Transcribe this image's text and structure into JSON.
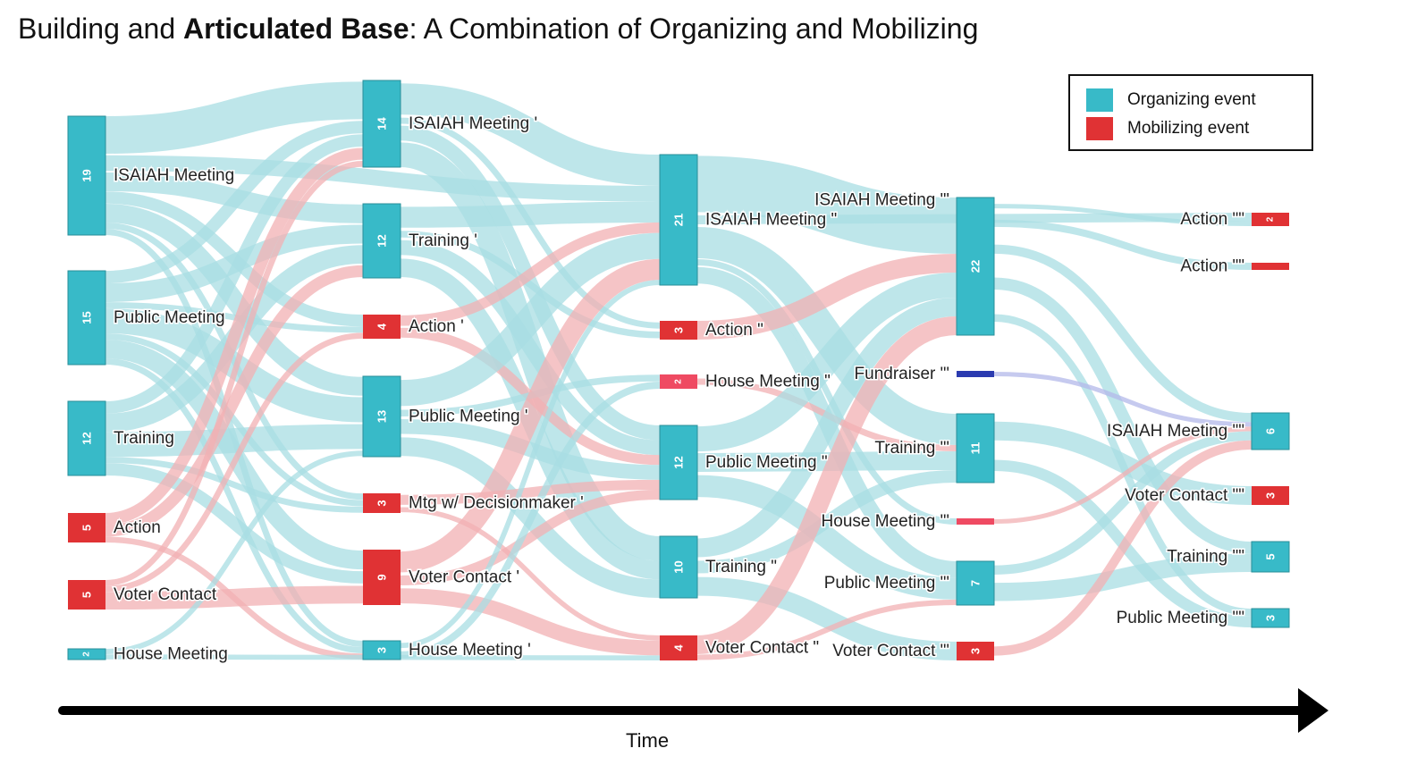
{
  "title": {
    "prefix": "Building and ",
    "bold": "Articulated Base",
    "suffix": ": A Combination of Organizing and Mobilizing"
  },
  "legend": {
    "organizing_label": "Organizing event",
    "mobilizing_label": "Mobilizing event"
  },
  "colors": {
    "organizing": "#38bac8",
    "mobilizing": "#e03234",
    "fundraiser": "#2b3bb0",
    "mobilizing_light": "#ef4a62",
    "organizing_link": "#a8dde3",
    "mobilizing_link": "#f2b0b3",
    "fundraiser_link": "#b3b8ea"
  },
  "axis": {
    "label": "Time"
  },
  "nodes": [
    {
      "id": "a_isaiah",
      "label": "ISAIAH Meeting",
      "value": "19",
      "kind": "organizing",
      "stage": 0
    },
    {
      "id": "a_public",
      "label": "Public Meeting",
      "value": "15",
      "kind": "organizing",
      "stage": 0
    },
    {
      "id": "a_training",
      "label": "Training",
      "value": "12",
      "kind": "organizing",
      "stage": 0
    },
    {
      "id": "a_action",
      "label": "Action",
      "value": "5",
      "kind": "mobilizing",
      "stage": 0
    },
    {
      "id": "a_voter",
      "label": "Voter Contact",
      "value": "5",
      "kind": "mobilizing",
      "stage": 0
    },
    {
      "id": "a_house",
      "label": "House Meeting",
      "value": "2",
      "kind": "organizing",
      "stage": 0
    },
    {
      "id": "b_isaiah",
      "label": "ISAIAH Meeting '",
      "value": "14",
      "kind": "organizing",
      "stage": 1
    },
    {
      "id": "b_training",
      "label": "Training '",
      "value": "12",
      "kind": "organizing",
      "stage": 1
    },
    {
      "id": "b_action",
      "label": "Action '",
      "value": "4",
      "kind": "mobilizing",
      "stage": 1
    },
    {
      "id": "b_public",
      "label": "Public Meeting '",
      "value": "13",
      "kind": "organizing",
      "stage": 1
    },
    {
      "id": "b_mtg",
      "label": "Mtg w/ Decisionmaker '",
      "value": "3",
      "kind": "mobilizing",
      "stage": 1
    },
    {
      "id": "b_voter",
      "label": "Voter Contact '",
      "value": "9",
      "kind": "mobilizing",
      "stage": 1
    },
    {
      "id": "b_house",
      "label": "House Meeting '",
      "value": "3",
      "kind": "organizing",
      "stage": 1
    },
    {
      "id": "c_isaiah",
      "label": "ISAIAH Meeting \"",
      "value": "21",
      "kind": "organizing",
      "stage": 2
    },
    {
      "id": "c_action",
      "label": "Action \"",
      "value": "3",
      "kind": "mobilizing",
      "stage": 2
    },
    {
      "id": "c_house",
      "label": "House Meeting \"",
      "value": "2",
      "kind": "mobilizing_light",
      "stage": 2
    },
    {
      "id": "c_public",
      "label": "Public Meeting \"",
      "value": "12",
      "kind": "organizing",
      "stage": 2
    },
    {
      "id": "c_training",
      "label": "Training \"",
      "value": "10",
      "kind": "organizing",
      "stage": 2
    },
    {
      "id": "c_voter",
      "label": "Voter Contact \"",
      "value": "4",
      "kind": "mobilizing",
      "stage": 2
    },
    {
      "id": "d_isaiah",
      "label": "ISAIAH Meeting \"'",
      "value": "22",
      "kind": "organizing",
      "stage": 3
    },
    {
      "id": "d_fund",
      "label": "Fundraiser \"'",
      "value": "",
      "kind": "fundraiser",
      "stage": 3
    },
    {
      "id": "d_training",
      "label": "Training \"'",
      "value": "11",
      "kind": "organizing",
      "stage": 3
    },
    {
      "id": "d_house",
      "label": "House Meeting \"'",
      "value": "",
      "kind": "mobilizing_light",
      "stage": 3
    },
    {
      "id": "d_public",
      "label": "Public Meeting \"'",
      "value": "7",
      "kind": "organizing",
      "stage": 3
    },
    {
      "id": "d_voter",
      "label": "Voter Contact \"'",
      "value": "3",
      "kind": "mobilizing",
      "stage": 3
    },
    {
      "id": "e_action1",
      "label": "Action \"\"",
      "value": "2",
      "kind": "mobilizing",
      "stage": 4
    },
    {
      "id": "e_action2",
      "label": "Action \"\"",
      "value": "",
      "kind": "mobilizing",
      "stage": 4
    },
    {
      "id": "e_isaiah",
      "label": "ISAIAH Meeting \"\"",
      "value": "6",
      "kind": "organizing",
      "stage": 4
    },
    {
      "id": "e_voter",
      "label": "Voter Contact \"\"",
      "value": "3",
      "kind": "mobilizing",
      "stage": 4
    },
    {
      "id": "e_training",
      "label": "Training \"\"",
      "value": "5",
      "kind": "organizing",
      "stage": 4
    },
    {
      "id": "e_public",
      "label": "Public Meeting \"\"",
      "value": "3",
      "kind": "organizing",
      "stage": 4
    }
  ],
  "links": [
    {
      "source": "a_isaiah",
      "target": "b_isaiah",
      "value": 6
    },
    {
      "source": "a_isaiah",
      "target": "c_isaiah",
      "value": 3
    },
    {
      "source": "a_isaiah",
      "target": "b_training",
      "value": 3
    },
    {
      "source": "a_isaiah",
      "target": "b_action",
      "value": 2
    },
    {
      "source": "a_isaiah",
      "target": "b_public",
      "value": 3
    },
    {
      "source": "a_isaiah",
      "target": "b_mtg",
      "value": 1
    },
    {
      "source": "a_isaiah",
      "target": "b_house",
      "value": 1
    },
    {
      "source": "a_public",
      "target": "b_isaiah",
      "value": 2
    },
    {
      "source": "a_public",
      "target": "b_training",
      "value": 3
    },
    {
      "source": "a_public",
      "target": "b_action",
      "value": 1
    },
    {
      "source": "a_public",
      "target": "b_public",
      "value": 4
    },
    {
      "source": "a_public",
      "target": "b_mtg",
      "value": 1
    },
    {
      "source": "a_public",
      "target": "b_voter",
      "value": 3
    },
    {
      "source": "a_public",
      "target": "b_house",
      "value": 1
    },
    {
      "source": "a_training",
      "target": "b_isaiah",
      "value": 2
    },
    {
      "source": "a_training",
      "target": "b_training",
      "value": 3
    },
    {
      "source": "a_training",
      "target": "b_public",
      "value": 4
    },
    {
      "source": "a_training",
      "target": "b_mtg",
      "value": 1
    },
    {
      "source": "a_training",
      "target": "b_voter",
      "value": 2
    },
    {
      "source": "a_action",
      "target": "b_isaiah",
      "value": 2
    },
    {
      "source": "a_action",
      "target": "b_training",
      "value": 2
    },
    {
      "source": "a_action",
      "target": "b_house",
      "value": 1
    },
    {
      "source": "a_voter",
      "target": "b_isaiah",
      "value": 1
    },
    {
      "source": "a_voter",
      "target": "b_action",
      "value": 1
    },
    {
      "source": "a_voter",
      "target": "b_voter",
      "value": 3
    },
    {
      "source": "a_house",
      "target": "c_voter",
      "value": 1
    },
    {
      "source": "a_house",
      "target": "b_public",
      "value": 1
    },
    {
      "source": "b_isaiah",
      "target": "c_isaiah",
      "value": 6
    },
    {
      "source": "b_isaiah",
      "target": "c_action",
      "value": 1
    },
    {
      "source": "b_isaiah",
      "target": "c_public",
      "value": 3
    },
    {
      "source": "b_isaiah",
      "target": "c_training",
      "value": 4
    },
    {
      "source": "b_training",
      "target": "c_isaiah",
      "value": 4
    },
    {
      "source": "b_training",
      "target": "c_action",
      "value": 1
    },
    {
      "source": "b_training",
      "target": "c_public",
      "value": 3
    },
    {
      "source": "b_training",
      "target": "c_training",
      "value": 3
    },
    {
      "source": "b_action",
      "target": "c_public",
      "value": 2
    },
    {
      "source": "b_action",
      "target": "c_isaiah",
      "value": 2
    },
    {
      "source": "b_public",
      "target": "c_isaiah",
      "value": 5
    },
    {
      "source": "b_public",
      "target": "c_house",
      "value": 1
    },
    {
      "source": "b_public",
      "target": "c_public",
      "value": 3
    },
    {
      "source": "b_public",
      "target": "c_training",
      "value": 3
    },
    {
      "source": "b_mtg",
      "target": "c_public",
      "value": 2
    },
    {
      "source": "b_mtg",
      "target": "c_voter",
      "value": 1
    },
    {
      "source": "b_voter",
      "target": "c_isaiah",
      "value": 4
    },
    {
      "source": "b_voter",
      "target": "c_public",
      "value": 2
    },
    {
      "source": "b_voter",
      "target": "c_voter",
      "value": 3
    },
    {
      "source": "b_house",
      "target": "c_house",
      "value": 1
    },
    {
      "source": "b_house",
      "target": "c_isaiah",
      "value": 1
    },
    {
      "source": "c_isaiah",
      "target": "d_isaiah",
      "value": 9
    },
    {
      "source": "c_isaiah",
      "target": "e_action1",
      "value": 2
    },
    {
      "source": "c_isaiah",
      "target": "d_training",
      "value": 5
    },
    {
      "source": "c_isaiah",
      "target": "d_public",
      "value": 3
    },
    {
      "source": "c_isaiah",
      "target": "d_house",
      "value": 1
    },
    {
      "source": "c_action",
      "target": "d_isaiah",
      "value": 3
    },
    {
      "source": "c_house",
      "target": "d_training",
      "value": 1
    },
    {
      "source": "c_public",
      "target": "d_isaiah",
      "value": 4
    },
    {
      "source": "c_public",
      "target": "d_training",
      "value": 3
    },
    {
      "source": "c_public",
      "target": "d_public",
      "value": 4
    },
    {
      "source": "c_training",
      "target": "d_isaiah",
      "value": 3
    },
    {
      "source": "c_training",
      "target": "d_training",
      "value": 2
    },
    {
      "source": "c_training",
      "target": "d_voter",
      "value": 3
    },
    {
      "source": "c_voter",
      "target": "d_isaiah",
      "value": 3
    },
    {
      "source": "c_voter",
      "target": "d_public",
      "value": 1
    },
    {
      "source": "d_isaiah",
      "target": "e_action1",
      "value": 1
    },
    {
      "source": "d_isaiah",
      "target": "e_action2",
      "value": 1
    },
    {
      "source": "d_isaiah",
      "target": "e_isaiah",
      "value": 2
    },
    {
      "source": "d_isaiah",
      "target": "e_training",
      "value": 2
    },
    {
      "source": "d_isaiah",
      "target": "e_public",
      "value": 2
    },
    {
      "source": "d_fund",
      "target": "e_isaiah",
      "value": 1
    },
    {
      "source": "d_training",
      "target": "e_voter",
      "value": 3
    },
    {
      "source": "d_training",
      "target": "e_public",
      "value": 3
    },
    {
      "source": "d_house",
      "target": "e_isaiah",
      "value": 1
    },
    {
      "source": "d_public",
      "target": "e_training",
      "value": 3
    },
    {
      "source": "d_public",
      "target": "e_isaiah",
      "value": 2
    },
    {
      "source": "d_voter",
      "target": "e_isaiah",
      "value": 2
    }
  ]
}
